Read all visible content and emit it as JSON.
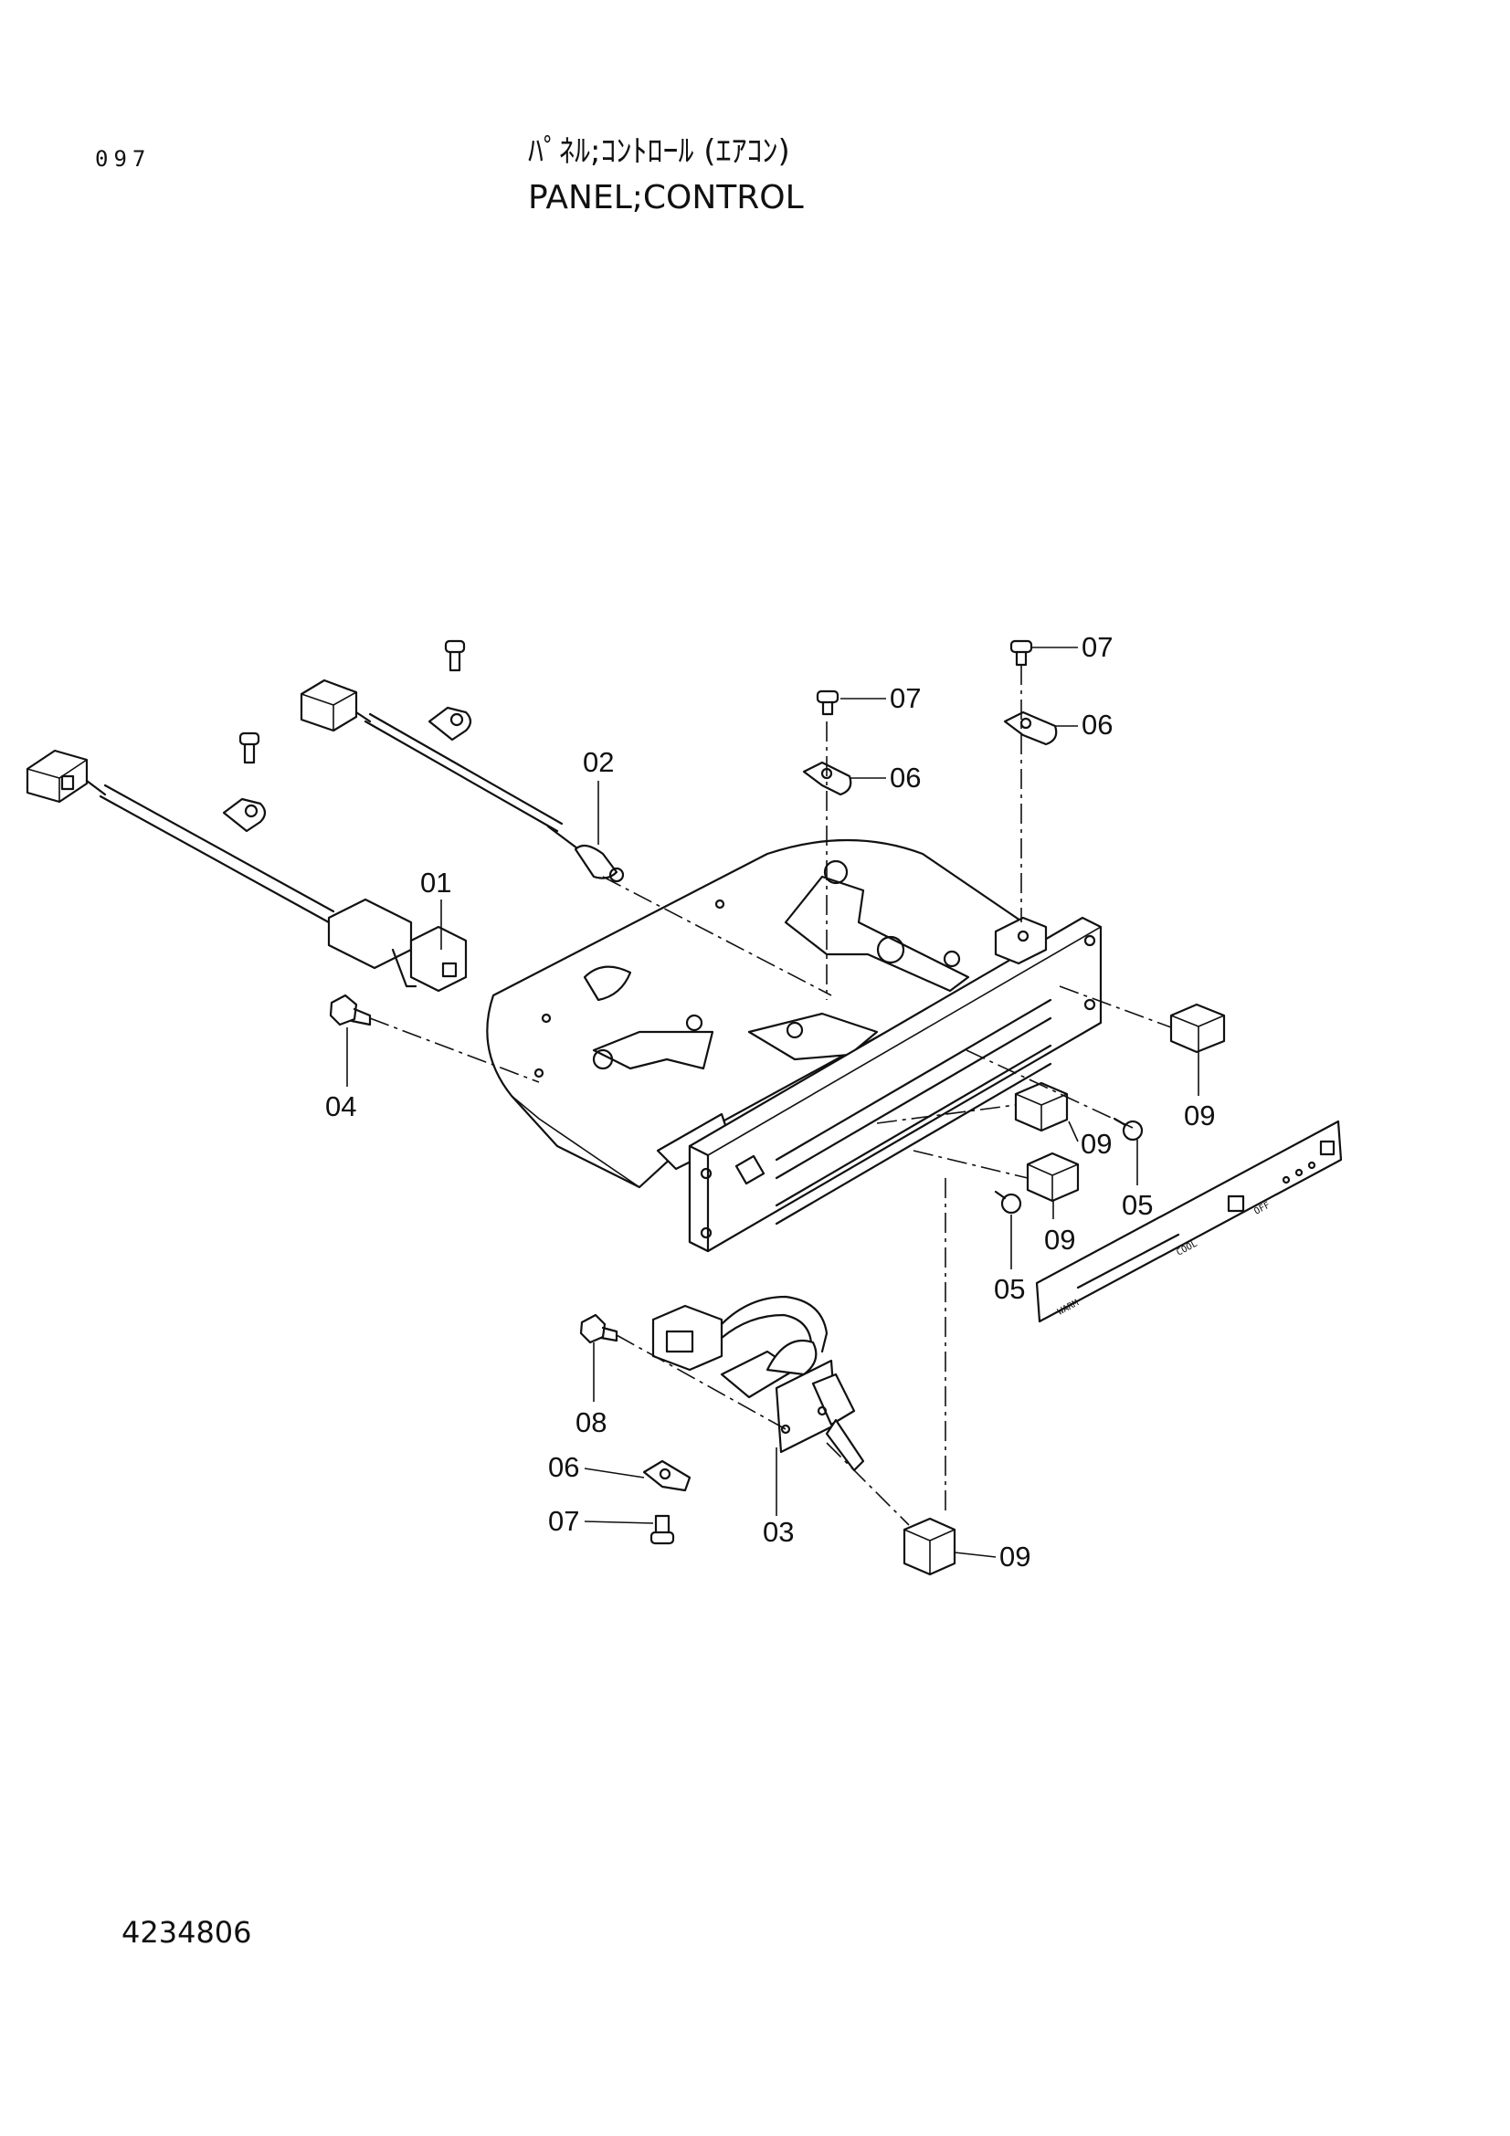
{
  "header": {
    "page_number": "097",
    "title_jp": "ﾊﾟﾈﾙ;ｺﾝﾄﾛｰﾙ (ｴｱｺﾝ)",
    "title_en": "PANEL;CONTROL"
  },
  "footer": {
    "document_number": "4234806"
  },
  "callouts": {
    "c01": "01",
    "c02": "02",
    "c03": "03",
    "c04": "04",
    "c05a": "05",
    "c05b": "05",
    "c06a": "06",
    "c06b": "06",
    "c06c": "06",
    "c07a": "07",
    "c07b": "07",
    "c07c": "07",
    "c08": "08",
    "c09a": "09",
    "c09b": "09",
    "c09c": "09",
    "c09d": "09"
  },
  "faceplate": {
    "warm": "WARM",
    "cool": "COOL",
    "off": "OFF"
  }
}
